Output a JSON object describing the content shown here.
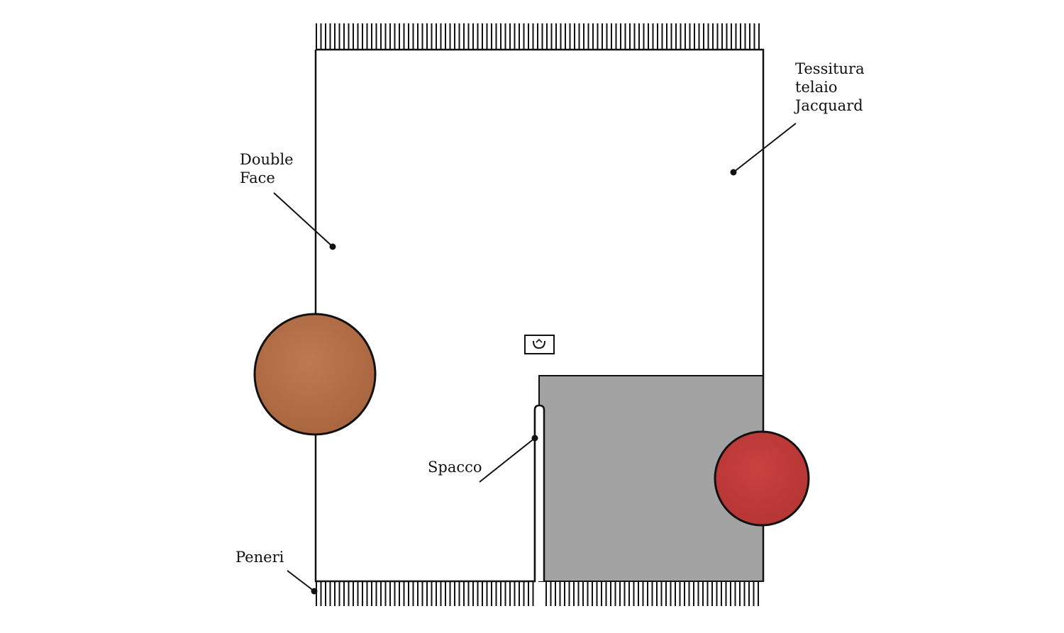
{
  "diagram": {
    "labels": {
      "double_face": [
        "Double",
        "Face"
      ],
      "tessitura": [
        "Tessitura",
        "telaio",
        "Jacquard"
      ],
      "spacco": "Spacco",
      "peneri": "Peneri"
    },
    "icon": "care-symbol-icon",
    "colors": {
      "panel_gray": "#a3a3a3",
      "swatch_brown": "#b26f47",
      "swatch_red": "#c0393a",
      "outline": "#111111"
    }
  }
}
